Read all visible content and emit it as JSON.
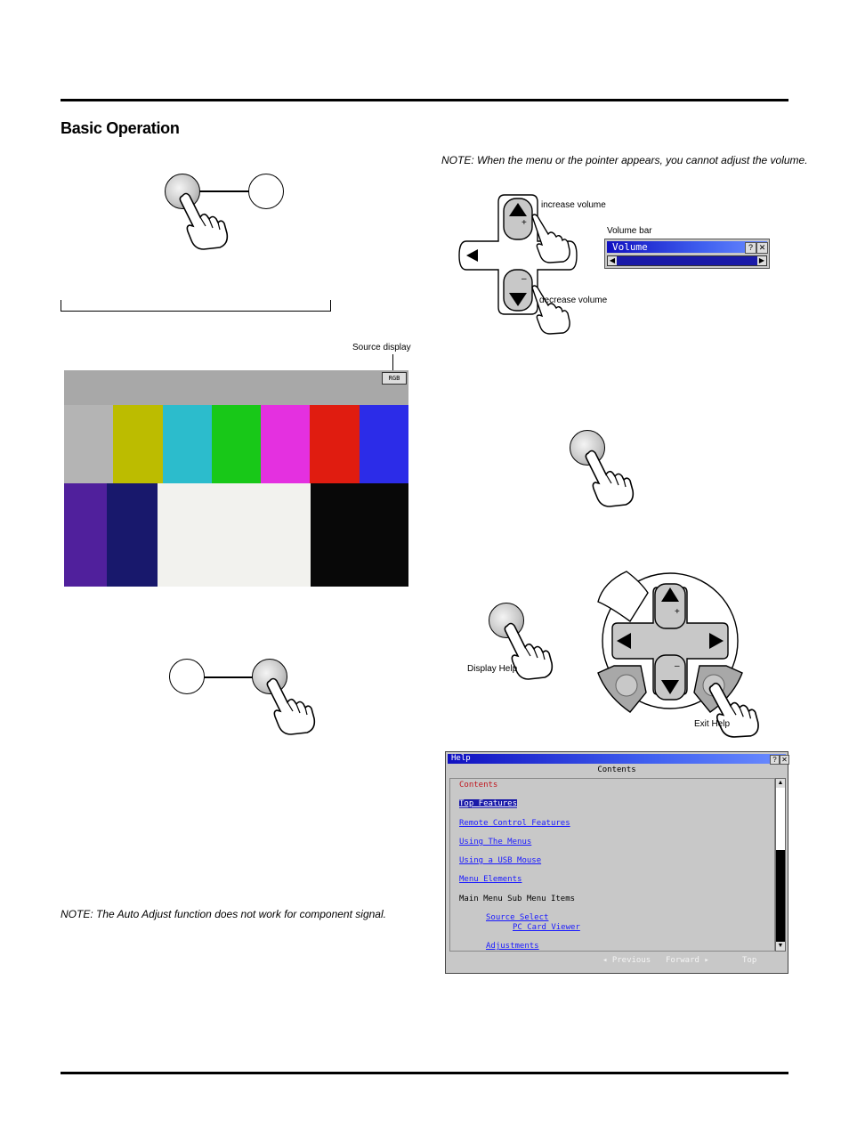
{
  "page": {
    "section_title": "Basic Operation",
    "note_volume": "NOTE: When the menu or the pointer appears, you cannot adjust the volume.",
    "note_auto_adjust": "NOTE: The Auto Adjust function does not work for component signal."
  },
  "source_display": {
    "label": "Source display",
    "badge": "RGB",
    "bars_top": [
      "#b4b4b4",
      "#bcbc00",
      "#2cbccc",
      "#18c818",
      "#e430e0",
      "#e01c10",
      "#2c2ce8"
    ],
    "bars_bottom": [
      "#50209c",
      "#18186c",
      "#f2f2ee",
      "#f2f2ee",
      "#080808"
    ]
  },
  "volume": {
    "increase_label": "increase volume",
    "decrease_label": "decrease volume",
    "bar_label": "Volume bar",
    "bar_title": "Volume",
    "plus": "+",
    "minus": "–"
  },
  "help_controls": {
    "display_help_label": "Display Help",
    "exit_help_label": "Exit Help",
    "plus": "+",
    "minus": "–"
  },
  "help_window": {
    "title": "Help",
    "header": "Contents",
    "items": [
      {
        "text": "Contents",
        "style": "red",
        "indent": 0
      },
      {
        "text": "Top Features",
        "style": "selected",
        "indent": 0
      },
      {
        "text": "Remote Control Features",
        "style": "link",
        "indent": 0
      },
      {
        "text": "Using The Menus",
        "style": "link",
        "indent": 0
      },
      {
        "text": "Using a USB Mouse",
        "style": "link",
        "indent": 0
      },
      {
        "text": "Menu Elements",
        "style": "link",
        "indent": 0
      },
      {
        "text": "Main Menu Sub Menu Items",
        "style": "plain",
        "indent": 0
      },
      {
        "text": "Source Select",
        "style": "link",
        "indent": 1
      },
      {
        "text": "PC Card Viewer",
        "style": "link",
        "indent": 2
      },
      {
        "text": "Adjustments",
        "style": "link",
        "indent": 1
      }
    ],
    "footer": {
      "previous": "◂ Previous",
      "forward": "Forward ▸",
      "top": "Top"
    }
  },
  "icons": [
    "hand-pointer-icon",
    "arrow-up-icon",
    "arrow-down-icon",
    "arrow-left-icon",
    "arrow-right-icon",
    "help-question-icon",
    "close-x-icon"
  ]
}
